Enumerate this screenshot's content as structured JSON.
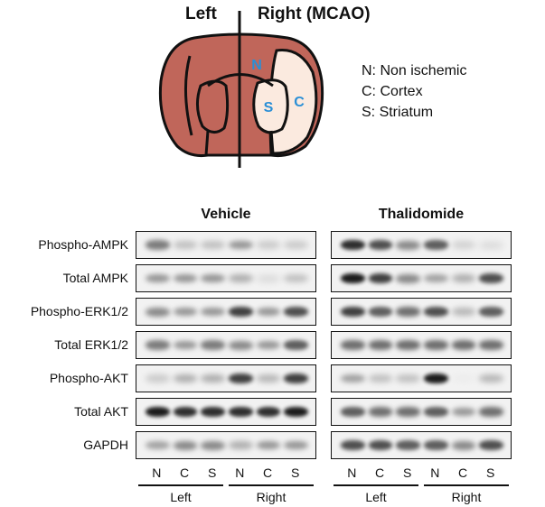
{
  "header": {
    "left": "Left",
    "right": "Right (MCAO)"
  },
  "brain": {
    "region_labels": {
      "n": "N",
      "s": "S",
      "c": "C"
    },
    "colors": {
      "tissue": "#c0665a",
      "ischemic": "#fbeadf",
      "label": "#2a8fd6",
      "outline": "#111111"
    }
  },
  "legend": [
    "N: Non ischemic",
    "C: Cortex",
    "S: Striatum"
  ],
  "blot": {
    "groups": [
      {
        "title": "Vehicle",
        "rows": [
          [
            0.65,
            0.35,
            0.35,
            0.55,
            0.3,
            0.3
          ],
          [
            0.55,
            0.55,
            0.55,
            0.45,
            0.2,
            0.35
          ],
          [
            0.6,
            0.55,
            0.55,
            0.85,
            0.55,
            0.8
          ],
          [
            0.65,
            0.55,
            0.65,
            0.6,
            0.55,
            0.75
          ],
          [
            0.3,
            0.45,
            0.45,
            0.85,
            0.4,
            0.85
          ],
          [
            0.95,
            0.9,
            0.9,
            0.9,
            0.9,
            0.95
          ],
          [
            0.5,
            0.6,
            0.6,
            0.45,
            0.55,
            0.55
          ]
        ]
      },
      {
        "title": "Thalidomide",
        "rows": [
          [
            0.9,
            0.8,
            0.6,
            0.75,
            0.25,
            0.2
          ],
          [
            0.95,
            0.85,
            0.6,
            0.5,
            0.45,
            0.8
          ],
          [
            0.85,
            0.75,
            0.7,
            0.8,
            0.4,
            0.75
          ],
          [
            0.7,
            0.7,
            0.7,
            0.7,
            0.7,
            0.7
          ],
          [
            0.5,
            0.35,
            0.35,
            0.95,
            0.05,
            0.4
          ],
          [
            0.75,
            0.7,
            0.7,
            0.75,
            0.55,
            0.7
          ],
          [
            0.8,
            0.8,
            0.75,
            0.75,
            0.6,
            0.8
          ]
        ]
      }
    ],
    "row_labels": [
      "Phospho-AMPK",
      "Total AMPK",
      "Phospho-ERK1/2",
      "Total ERK1/2",
      "Phospho-AKT",
      "Total AKT",
      "GAPDH"
    ],
    "lane_labels": [
      "N",
      "C",
      "S",
      "N",
      "C",
      "S"
    ],
    "side_labels": [
      "Left",
      "Right"
    ]
  }
}
